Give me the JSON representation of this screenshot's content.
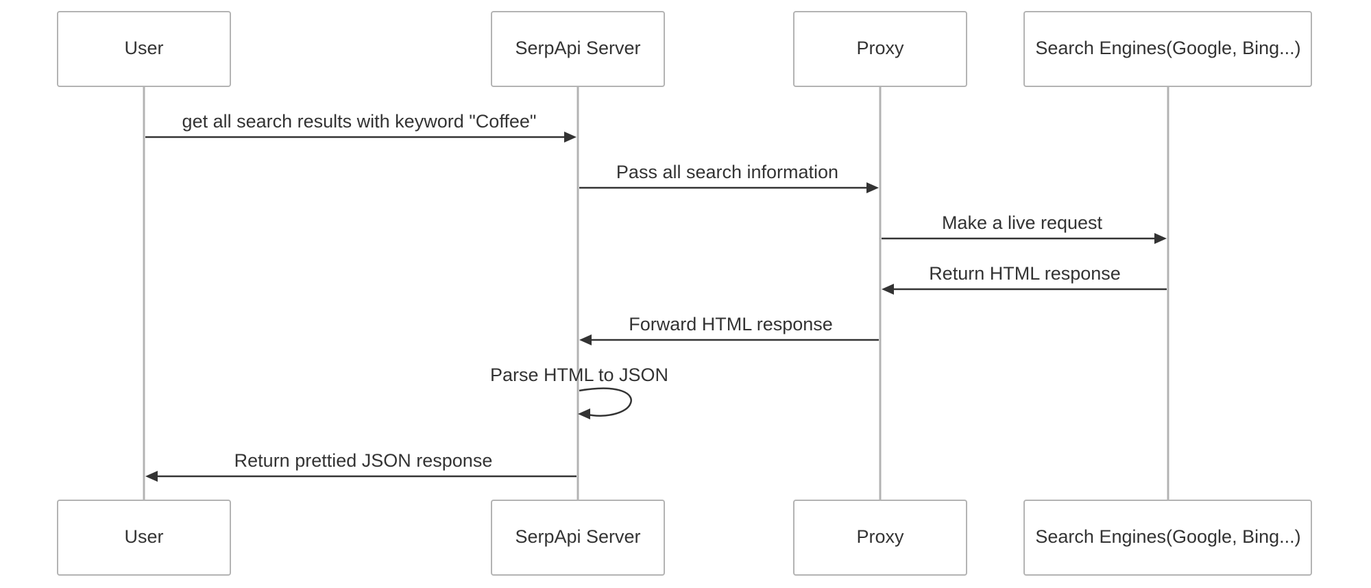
{
  "diagram": {
    "type": "sequence",
    "participants": [
      {
        "id": "user",
        "label": "User"
      },
      {
        "id": "serpapi",
        "label": "SerpApi Server"
      },
      {
        "id": "proxy",
        "label": "Proxy"
      },
      {
        "id": "engines",
        "label": "Search Engines(Google, Bing...)"
      }
    ],
    "messages": [
      {
        "from": "user",
        "to": "serpapi",
        "label": "get all search results with keyword \"Coffee\""
      },
      {
        "from": "serpapi",
        "to": "proxy",
        "label": "Pass all search information"
      },
      {
        "from": "proxy",
        "to": "engines",
        "label": "Make a live request"
      },
      {
        "from": "engines",
        "to": "proxy",
        "label": "Return HTML response"
      },
      {
        "from": "proxy",
        "to": "serpapi",
        "label": "Forward HTML response"
      },
      {
        "from": "serpapi",
        "to": "serpapi",
        "label": "Parse HTML to JSON"
      },
      {
        "from": "serpapi",
        "to": "user",
        "label": "Return prettied JSON response"
      }
    ]
  }
}
